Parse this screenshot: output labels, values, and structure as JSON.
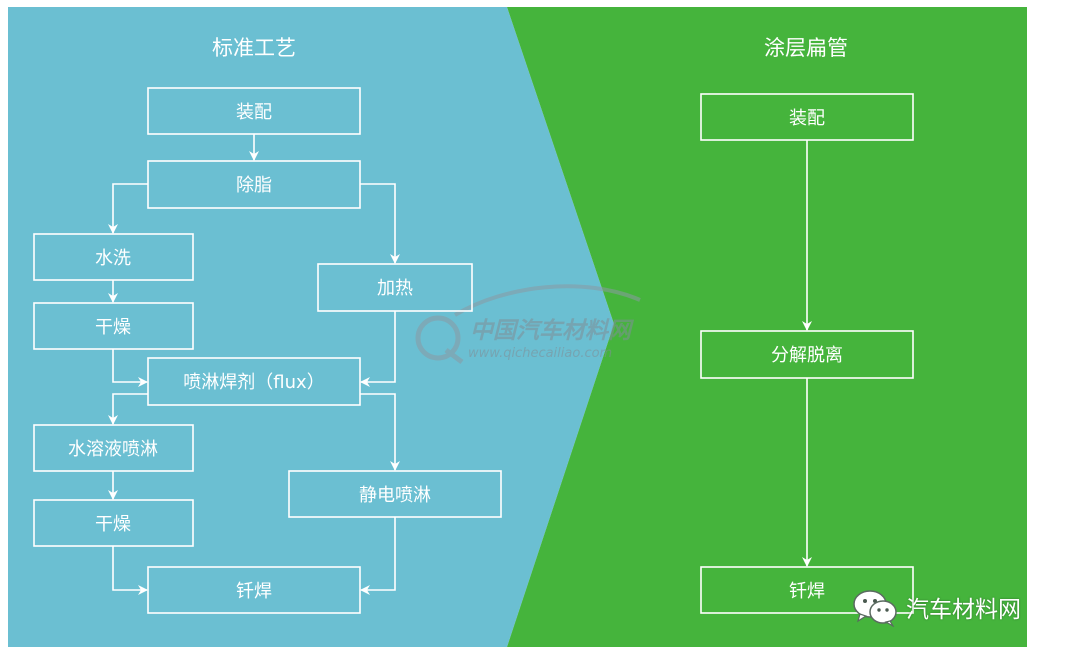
{
  "left_panel": {
    "title": "标准工艺",
    "steps": {
      "assembly": "装配",
      "degrease": "除脂",
      "water_wash": "水洗",
      "dry1": "干燥",
      "heating": "加热",
      "flux_spray": "喷淋焊剂（flux）",
      "aqueous_spray": "水溶液喷淋",
      "dry2": "干燥",
      "electrostatic_spray": "静电喷淋",
      "brazing": "钎焊"
    },
    "color": "#6bbfd2"
  },
  "right_panel": {
    "title": "涂层扁管",
    "steps": {
      "assembly": "装配",
      "decompose": "分解脱离",
      "brazing": "钎焊"
    },
    "color": "#45b43c"
  },
  "watermark": {
    "name": "中国汽车材料网",
    "url": "www.qichecailiao.com"
  },
  "footer": {
    "brand": "汽车材料网",
    "icon": "wechat-icon"
  }
}
